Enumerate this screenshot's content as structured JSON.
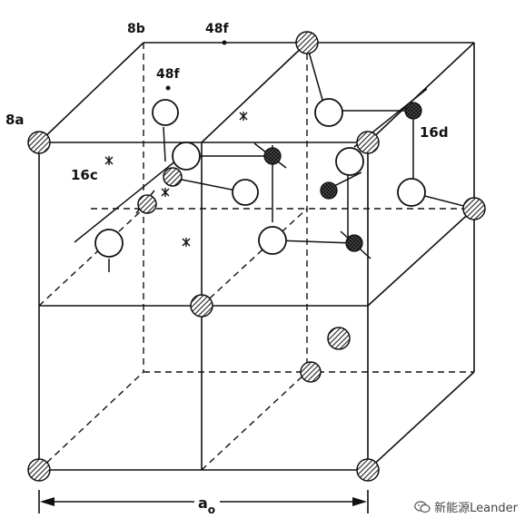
{
  "labels": {
    "site_8a": "8a",
    "site_8b": "8b",
    "site_48f_top": "48f",
    "site_48f_inner": "48f",
    "site_16c": "16c",
    "site_16d": "16d",
    "lattice_constant": "a",
    "lattice_subscript": "o"
  },
  "watermark": {
    "text": "新能源Leander",
    "icon": "wechat-icon"
  },
  "colors": {
    "line": "#111111",
    "hatched_atom": "#333333",
    "background": "#ffffff"
  }
}
